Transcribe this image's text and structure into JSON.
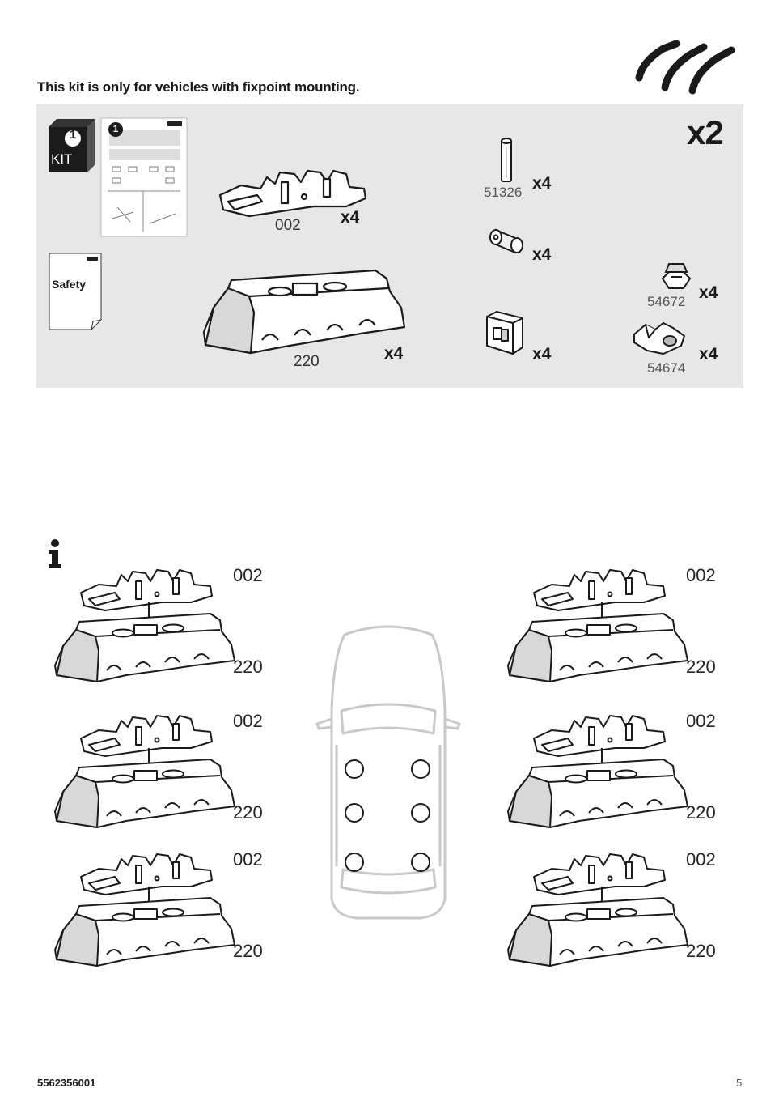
{
  "header": {
    "notice": "This kit is only for vehicles with fixpoint mounting.",
    "icon": "roof-rack-feet-icon"
  },
  "kit_panel": {
    "kit_number": "1",
    "kit_label": "KIT",
    "instruction_sheet_number": "1",
    "safety_label": "Safety",
    "set_multiplier": "x2",
    "parts": [
      {
        "id": "002",
        "qty": "x4"
      },
      {
        "id": "220",
        "qty": "x4"
      },
      {
        "id": "51326",
        "qty": "x4"
      },
      {
        "id": "",
        "qty": "x4"
      },
      {
        "id": "",
        "qty": "x4"
      },
      {
        "id": "54672",
        "qty": "x4"
      },
      {
        "id": "54674",
        "qty": "x4"
      }
    ]
  },
  "assembly": {
    "info_icon": "info-icon",
    "top_part": "002",
    "base_part": "220",
    "count_left": 3,
    "count_right": 3
  },
  "footer": {
    "doc_number": "5562356001",
    "page": "5"
  }
}
